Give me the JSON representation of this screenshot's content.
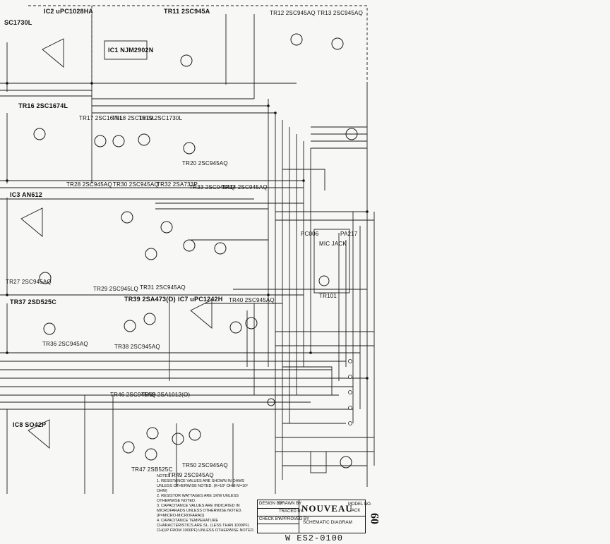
{
  "labels": {
    "ic2": "IC2 uPC1028HA",
    "tr11": "TR11 2SC945A",
    "tr12": "TR12 2SC945AQ TR13 2SC945AQ",
    "sc1730l_top": "SC1730L",
    "ic1": "IC1 NJM2902N",
    "tr16": "TR16 2SC1674L",
    "tr17": "TR17 2SC1675L",
    "tr18": "TR18 2SC1675L",
    "tr19": "TR19 2SC1730L",
    "tr20": "TR20 2SC945AQ",
    "tr28": "TR28 2SC945AQ",
    "tr30": "TR30 2SC945AQ",
    "tr32": "TR32 2SA733P",
    "tr33": "TR33 2SC945AQ",
    "tr34": "TR34 2SC945AQ",
    "ic3": "IC3 AN612",
    "tr27": "TR27 2SC945AQ",
    "tr29": "TR29 2SC945LQ",
    "tr31": "TR31 2SC945AQ",
    "tr39": "TR39 2SA473(O)",
    "ic7": "IC7 uPC1242H",
    "tr40": "TR40 2SC945AQ",
    "tr37": "TR37 2SD525C",
    "tr36": "TR36 2SC945AQ",
    "tr38": "TR38 2SC945AQ",
    "tr46": "TR46 2SC945AQ",
    "tr68": "TR68 2SA1012(O)",
    "ic8": "IC8 SO42P",
    "tr47": "TR47 2SB525C",
    "tr49": "TR49 2SC945AQ",
    "tr50": "TR50 2SC945AQ",
    "tr101": "TR101",
    "pc006": "PC006",
    "pa217": "PA217",
    "mic_jack": "MIC JACK"
  },
  "notes": {
    "heading": "NOTES :",
    "items": [
      "1. RESISTANCE VALUES ARE SHOWN IN OHMS UNLESS OTHERWISE NOTED. (K=10³ OHM  M=10⁶ OHM)",
      "2. RESISTOR WATTAGES ARE 1/6W UNLESS OTHERWISE NOTED.",
      "3. CAPACITANCE VALUES ARE INDICATED IN MICROFARADS UNLESS OTHERWISE NOTED. (P=MICRO-MICROFARAD)",
      "4. CAPACITANCE TEMPERATURE CHARACTERISTICS ARE SL. (LESS THAN 1000PF) CH(UP FROM 1000PF) UNLESS OTHERWISE NOTED."
    ]
  },
  "title_block": {
    "design_by": "DESIGN BY",
    "drawn_by": "DRAWN BY",
    "traced_by": "TRACED BY",
    "checked_by": "CHECK BY",
    "approved_by": "APPROVED BY",
    "brand": "NOUVEAU",
    "model_label": "MODEL NO.",
    "model_value": "JACK",
    "drawing_title": "SCHEMATIC DIAGRAM",
    "doc_number": "W ES2-0100",
    "revision": "09"
  }
}
